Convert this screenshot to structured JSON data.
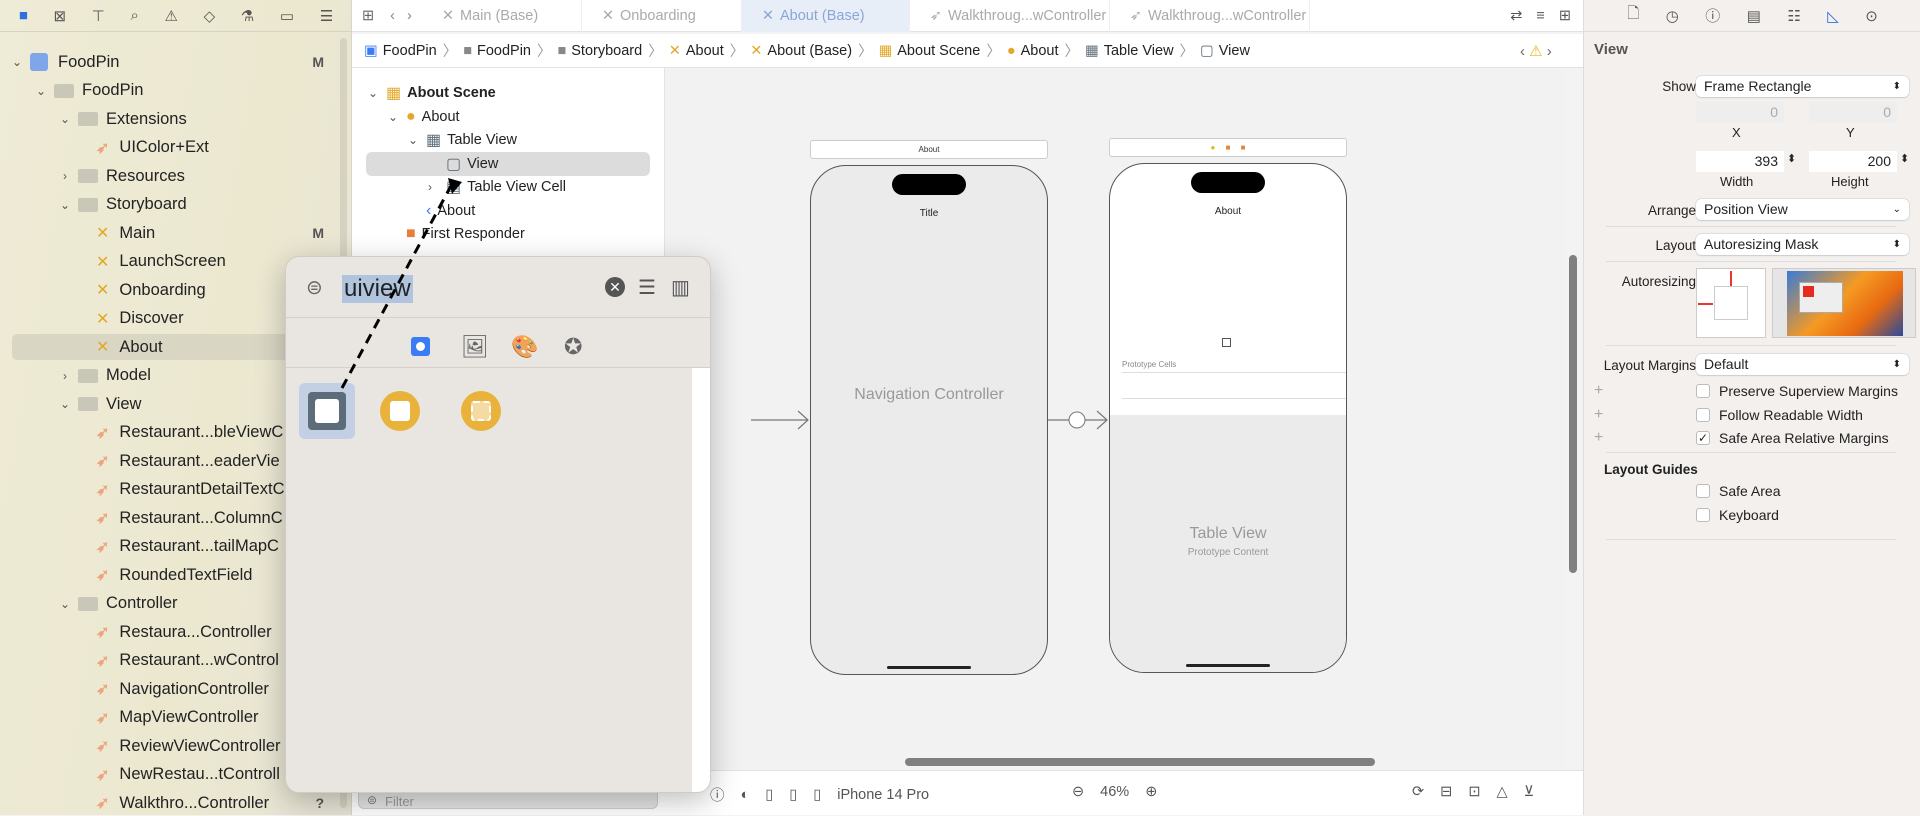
{
  "navigator": {
    "toolbar_icons": [
      "folder-icon",
      "source-control-icon",
      "hierarchy-icon",
      "search-icon",
      "warning-icon",
      "test-icon",
      "debug-icon",
      "breakpoint-icon",
      "report-icon"
    ],
    "items": [
      {
        "label": "FoodPin",
        "level": 0,
        "kind": "project",
        "chev": "⌄",
        "badge": "M"
      },
      {
        "label": "FoodPin",
        "level": 1,
        "kind": "folder",
        "chev": "⌄"
      },
      {
        "label": "Extensions",
        "level": 2,
        "kind": "folder",
        "chev": "⌄"
      },
      {
        "label": "UIColor+Ext",
        "level": 3,
        "kind": "swift"
      },
      {
        "label": "Resources",
        "level": 2,
        "kind": "folder",
        "chev": "›"
      },
      {
        "label": "Storyboard",
        "level": 2,
        "kind": "folder",
        "chev": "⌄"
      },
      {
        "label": "Main",
        "level": 3,
        "kind": "storyboard",
        "badge": "M"
      },
      {
        "label": "LaunchScreen",
        "level": 3,
        "kind": "storyboard"
      },
      {
        "label": "Onboarding",
        "level": 3,
        "kind": "storyboard"
      },
      {
        "label": "Discover",
        "level": 3,
        "kind": "storyboard"
      },
      {
        "label": "About",
        "level": 3,
        "kind": "storyboard",
        "selected": true
      },
      {
        "label": "Model",
        "level": 2,
        "kind": "folder",
        "chev": "›"
      },
      {
        "label": "View",
        "level": 2,
        "kind": "folder",
        "chev": "⌄"
      },
      {
        "label": "Restaurant...bleViewC",
        "level": 3,
        "kind": "swift"
      },
      {
        "label": "Restaurant...eaderVie",
        "level": 3,
        "kind": "swift"
      },
      {
        "label": "RestaurantDetailTextC",
        "level": 3,
        "kind": "swift"
      },
      {
        "label": "Restaurant...ColumnC",
        "level": 3,
        "kind": "swift"
      },
      {
        "label": "Restaurant...tailMapC",
        "level": 3,
        "kind": "swift"
      },
      {
        "label": "RoundedTextField",
        "level": 3,
        "kind": "swift"
      },
      {
        "label": "Controller",
        "level": 2,
        "kind": "folder",
        "chev": "⌄"
      },
      {
        "label": "Restaura...Controller",
        "level": 3,
        "kind": "swift"
      },
      {
        "label": "Restaurant...wControl",
        "level": 3,
        "kind": "swift"
      },
      {
        "label": "NavigationController",
        "level": 3,
        "kind": "swift"
      },
      {
        "label": "MapViewController",
        "level": 3,
        "kind": "swift"
      },
      {
        "label": "ReviewViewController",
        "level": 3,
        "kind": "swift"
      },
      {
        "label": "NewRestau...tControll",
        "level": 3,
        "kind": "swift"
      },
      {
        "label": "Walkthro...Controller",
        "level": 3,
        "kind": "swift",
        "badge": "?"
      }
    ],
    "filter_placeholder": "Filter"
  },
  "tabs": [
    {
      "label": "Main (Base)",
      "icon": "storyboard-icon"
    },
    {
      "label": "Onboarding",
      "icon": "storyboard-icon"
    },
    {
      "label": "About (Base)",
      "icon": "storyboard-icon",
      "active": true
    },
    {
      "label": "Walkthroug...wController",
      "icon": "swift-icon"
    },
    {
      "label": "Walkthroug...wController",
      "icon": "swift-icon"
    }
  ],
  "breadcrumb": [
    "FoodPin",
    "FoodPin",
    "Storyboard",
    "About",
    "About (Base)",
    "About Scene",
    "About",
    "Table View",
    "View"
  ],
  "outline": [
    {
      "label": "About Scene",
      "level": 0,
      "chev": "⌄",
      "bold": true
    },
    {
      "label": "About",
      "level": 1,
      "chev": "⌄"
    },
    {
      "label": "Table View",
      "level": 2,
      "chev": "⌄"
    },
    {
      "label": "View",
      "level": 3,
      "selected": true
    },
    {
      "label": "Table View Cell",
      "level": 3,
      "chev": "›"
    },
    {
      "label": "About",
      "level": 2
    },
    {
      "label": "First Responder",
      "level": 1
    }
  ],
  "canvas": {
    "nav_scene_header": "About",
    "nav_title": "Title",
    "nav_label": "Navigation Controller",
    "table_title": "About",
    "prototype_cells": "Prototype Cells",
    "table_view_label": "Table View",
    "prototype_content": "Prototype Content"
  },
  "library": {
    "search_value": "uiview",
    "filter_tabs": [
      "objects-icon",
      "images-icon",
      "colors-icon",
      "favorites-icon"
    ],
    "results": [
      "view-icon",
      "container-view-icon",
      "layout-guide-icon"
    ]
  },
  "bottom": {
    "device": "iPhone 14 Pro",
    "zoom": "46%"
  },
  "inspector": {
    "title": "View",
    "show_label": "Show",
    "show_value": "Frame Rectangle",
    "x_value": "0",
    "y_value": "0",
    "x_label": "X",
    "y_label": "Y",
    "width_value": "393",
    "height_value": "200",
    "width_label": "Width",
    "height_label": "Height",
    "arrange_label": "Arrange",
    "arrange_value": "Position View",
    "layout_label": "Layout",
    "layout_value": "Autoresizing Mask",
    "autoresizing_label": "Autoresizing",
    "margins_label": "Layout Margins",
    "margins_value": "Default",
    "checks": [
      {
        "label": "Preserve Superview Margins",
        "checked": false
      },
      {
        "label": "Follow Readable Width",
        "checked": false
      },
      {
        "label": "Safe Area Relative Margins",
        "checked": true
      }
    ],
    "guides_title": "Layout Guides",
    "guides": [
      {
        "label": "Safe Area",
        "checked": false
      },
      {
        "label": "Keyboard",
        "checked": false
      }
    ]
  }
}
